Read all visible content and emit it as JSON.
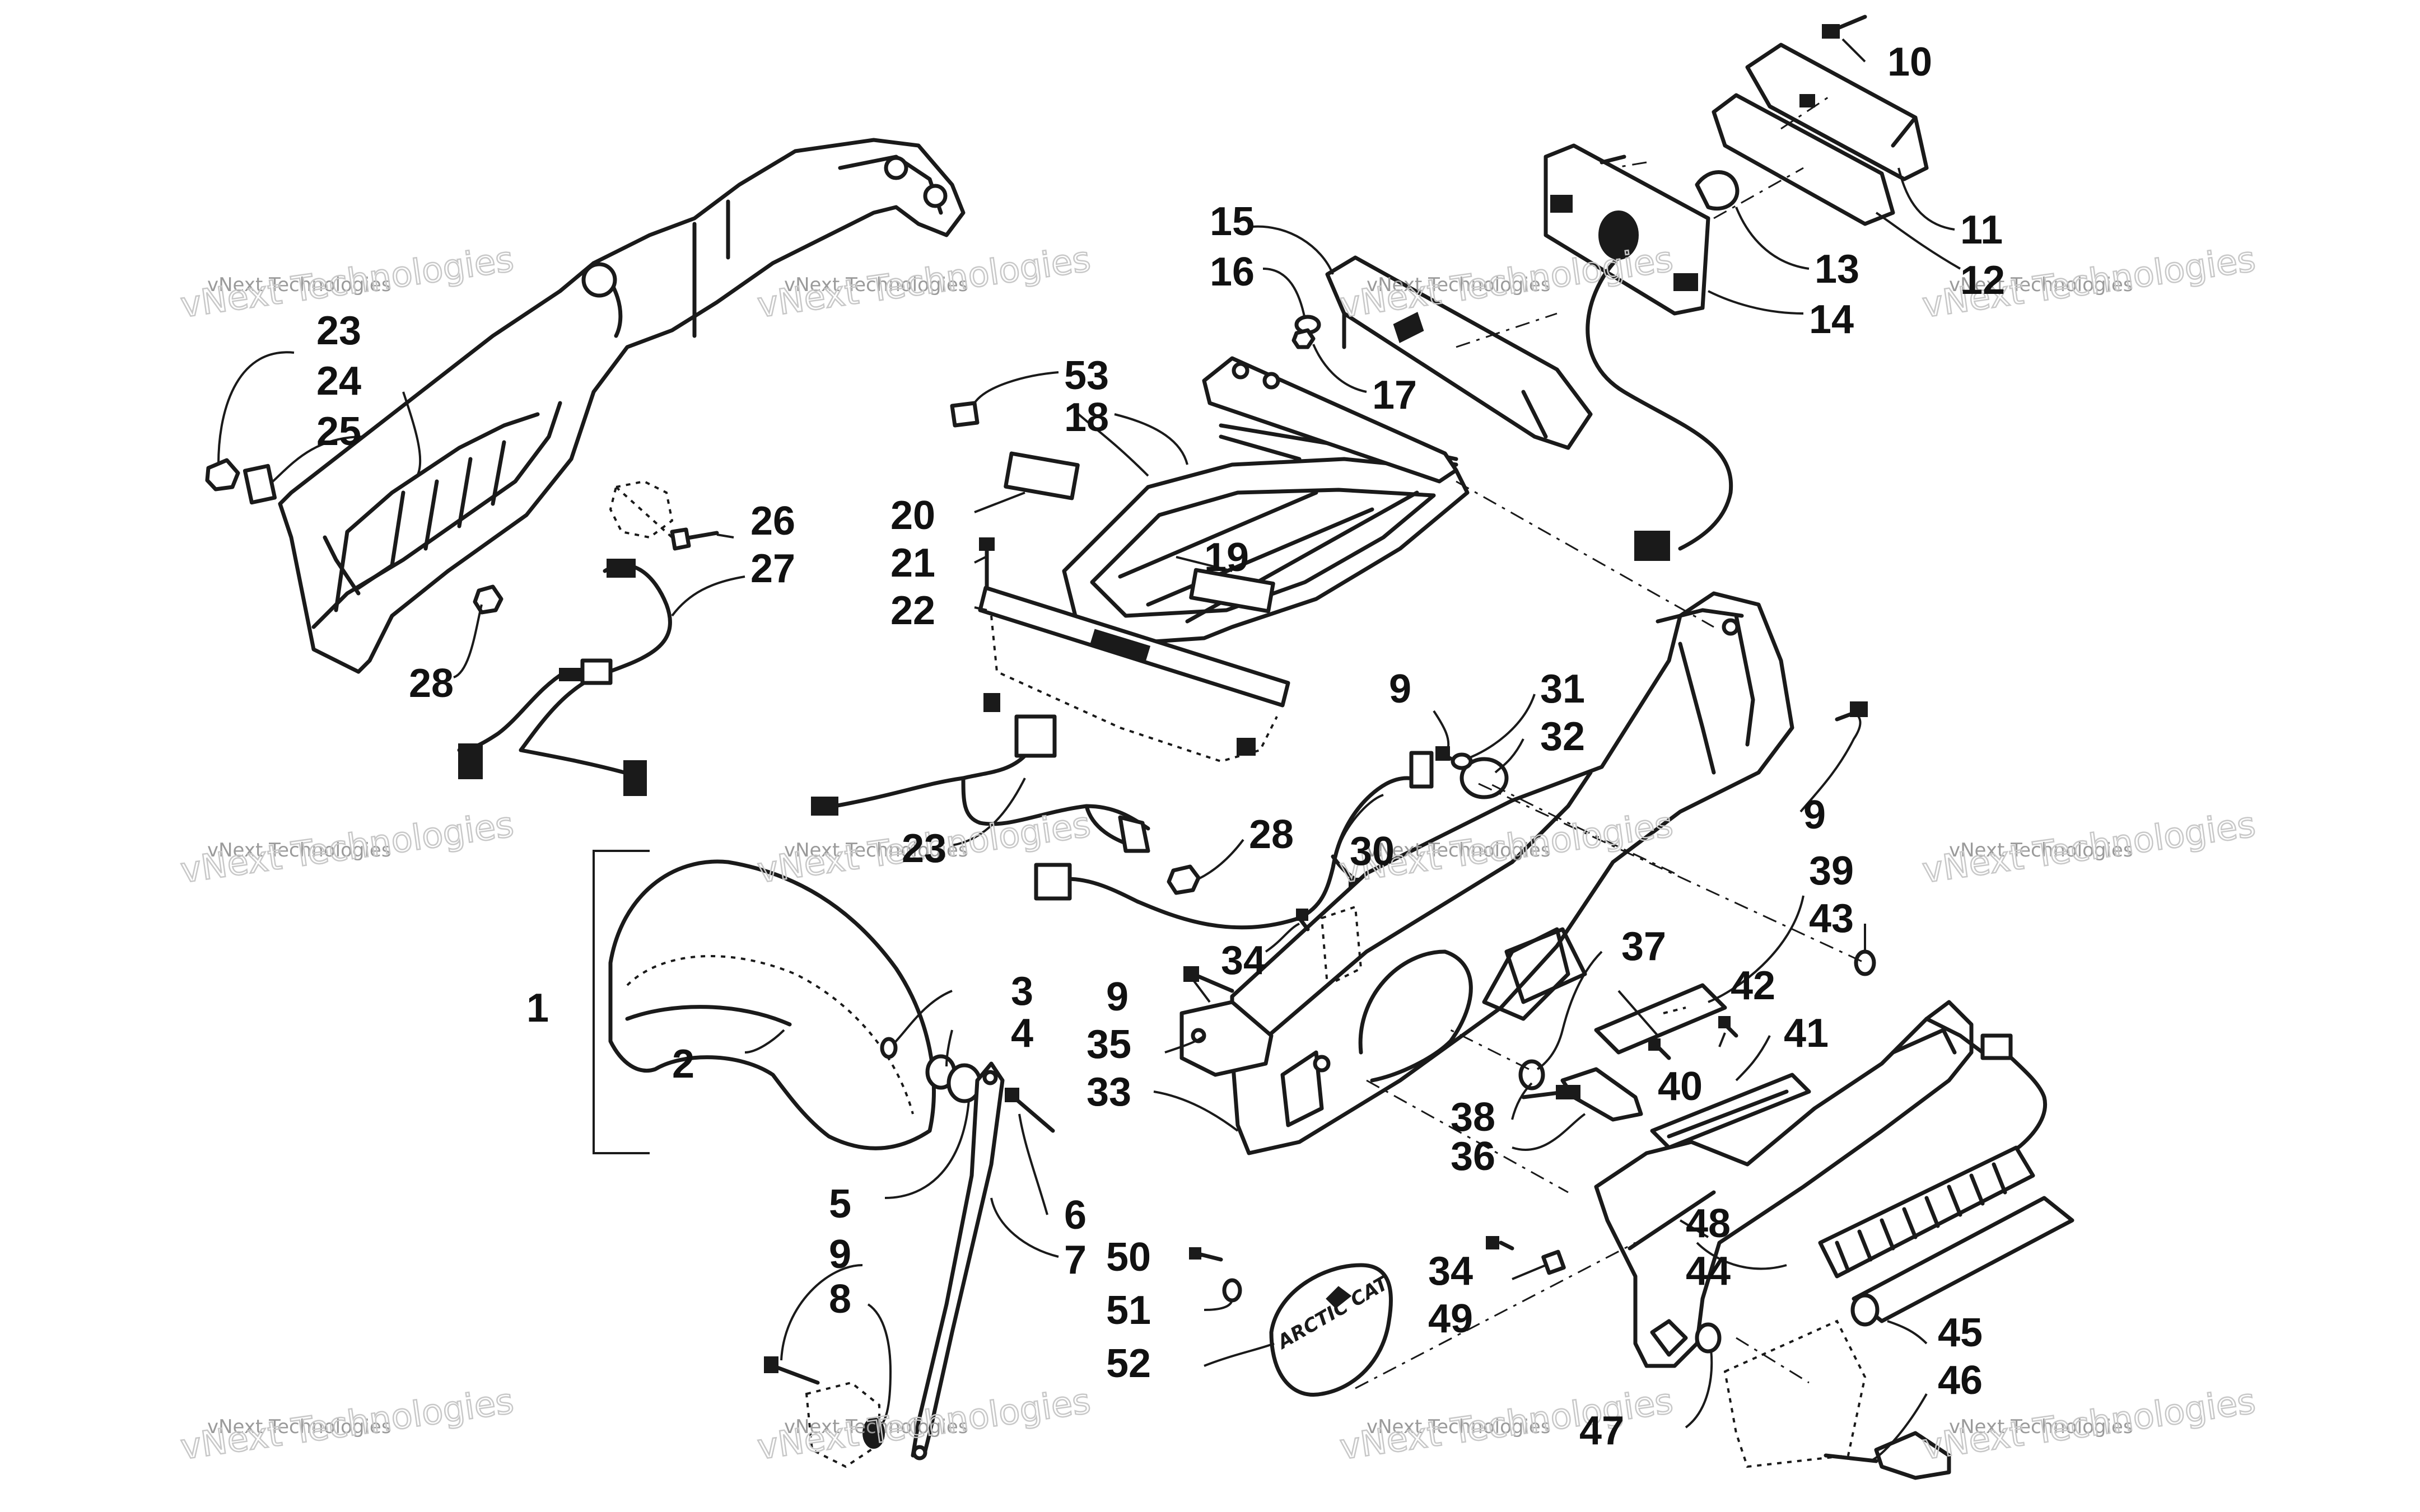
{
  "diagram": {
    "labels": {
      "n1": "1",
      "n2": "2",
      "n3": "3",
      "n4": "4",
      "n5": "5",
      "n6": "6",
      "n7": "7",
      "n8": "8",
      "n9a": "9",
      "n9b": "9",
      "n9c": "9",
      "n9d": "9",
      "n10": "10",
      "n11": "11",
      "n12": "12",
      "n13": "13",
      "n14": "14",
      "n15": "15",
      "n16": "16",
      "n17": "17",
      "n18": "18",
      "n19": "19",
      "n20": "20",
      "n21": "21",
      "n22": "22",
      "n23a": "23",
      "n23b": "23",
      "n24": "24",
      "n25": "25",
      "n26": "26",
      "n27": "27",
      "n28a": "28",
      "n28b": "28",
      "n30": "30",
      "n31": "31",
      "n32": "32",
      "n33": "33",
      "n34a": "34",
      "n34b": "34",
      "n35": "35",
      "n36": "36",
      "n37": "37",
      "n38": "38",
      "n39": "39",
      "n40": "40",
      "n41": "41",
      "n42": "42",
      "n43": "43",
      "n44": "44",
      "n45": "45",
      "n46": "46",
      "n47": "47",
      "n48": "48",
      "n49": "49",
      "n50": "50",
      "n51": "51",
      "n52": "52",
      "n53": "53"
    },
    "logo_text": "ARCTIC CAT",
    "watermark_line1": "vNext Technologies",
    "watermark_line2": "vNext Technologies"
  }
}
